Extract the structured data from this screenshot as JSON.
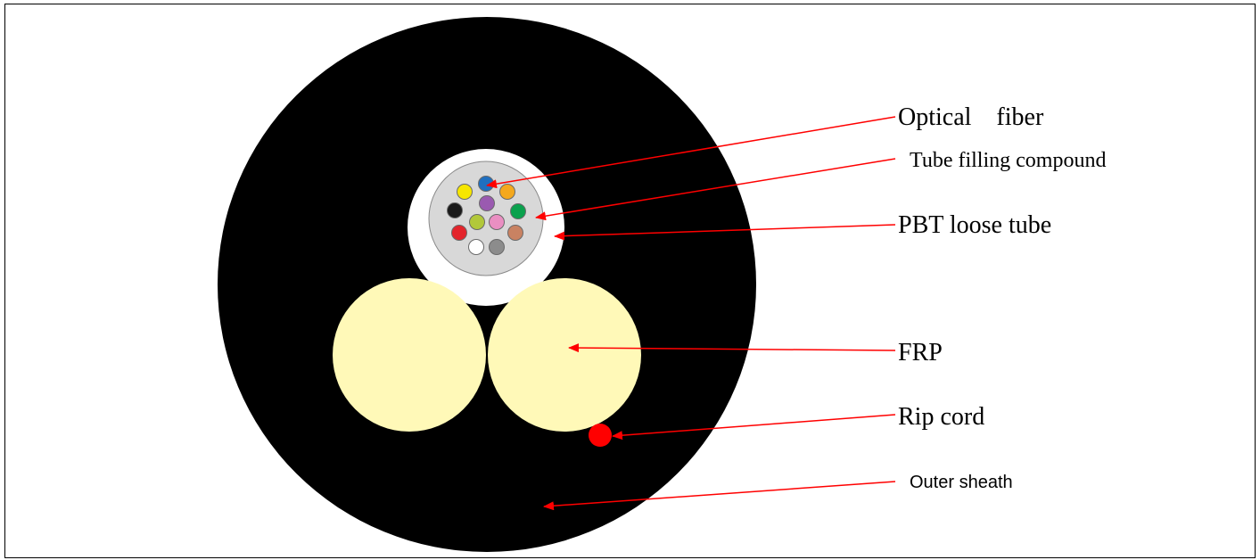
{
  "labels": {
    "optical_fiber": "Optical    fiber",
    "tube_filling_compound": "Tube filling compound",
    "pbt_loose_tube": "PBT loose tube",
    "frp": "FRP",
    "rip_cord": "Rip cord",
    "outer_sheath": "Outer sheath"
  },
  "colors": {
    "outer_sheath": "#000000",
    "loose_tube": "#ffffff",
    "filling_compound": "#d8d8d8",
    "frp": "#fff9b8",
    "rip_cord": "#ff0000",
    "pointer": "#ff0000"
  },
  "fiber_colors": [
    "blue",
    "orange",
    "green",
    "brown",
    "slate",
    "white",
    "red",
    "black",
    "yellow",
    "violet",
    "rose",
    "aqua"
  ]
}
